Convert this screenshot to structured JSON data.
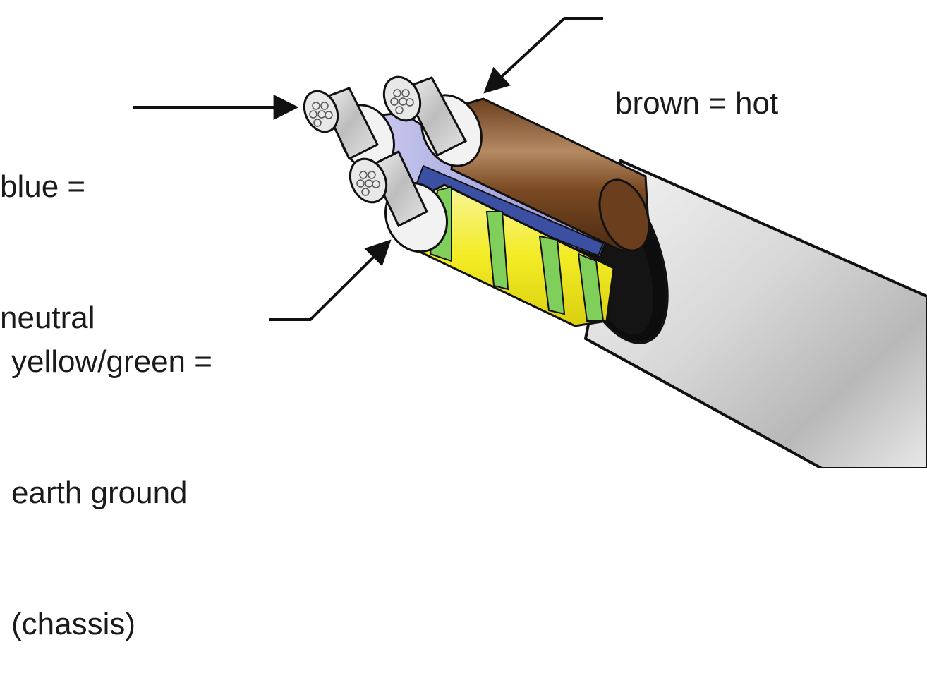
{
  "labels": {
    "blue": [
      "blue =",
      "neutral"
    ],
    "brown": "brown = hot",
    "ground": [
      "yellow/green =",
      "earth ground",
      "(chassis)"
    ]
  },
  "colors": {
    "sheath": "#d9d9d9",
    "brown": "#7a4a22",
    "blue": "#a9a9e0",
    "blue_stripe": "#3b4fa3",
    "yellow": "#f6f03a",
    "green": "#7fcf5a",
    "insulation_end": "#f2f2f2",
    "copper": "#cfcfcf",
    "outline": "#111111"
  },
  "icons": [
    "arrow-icon",
    "cable-icon"
  ]
}
